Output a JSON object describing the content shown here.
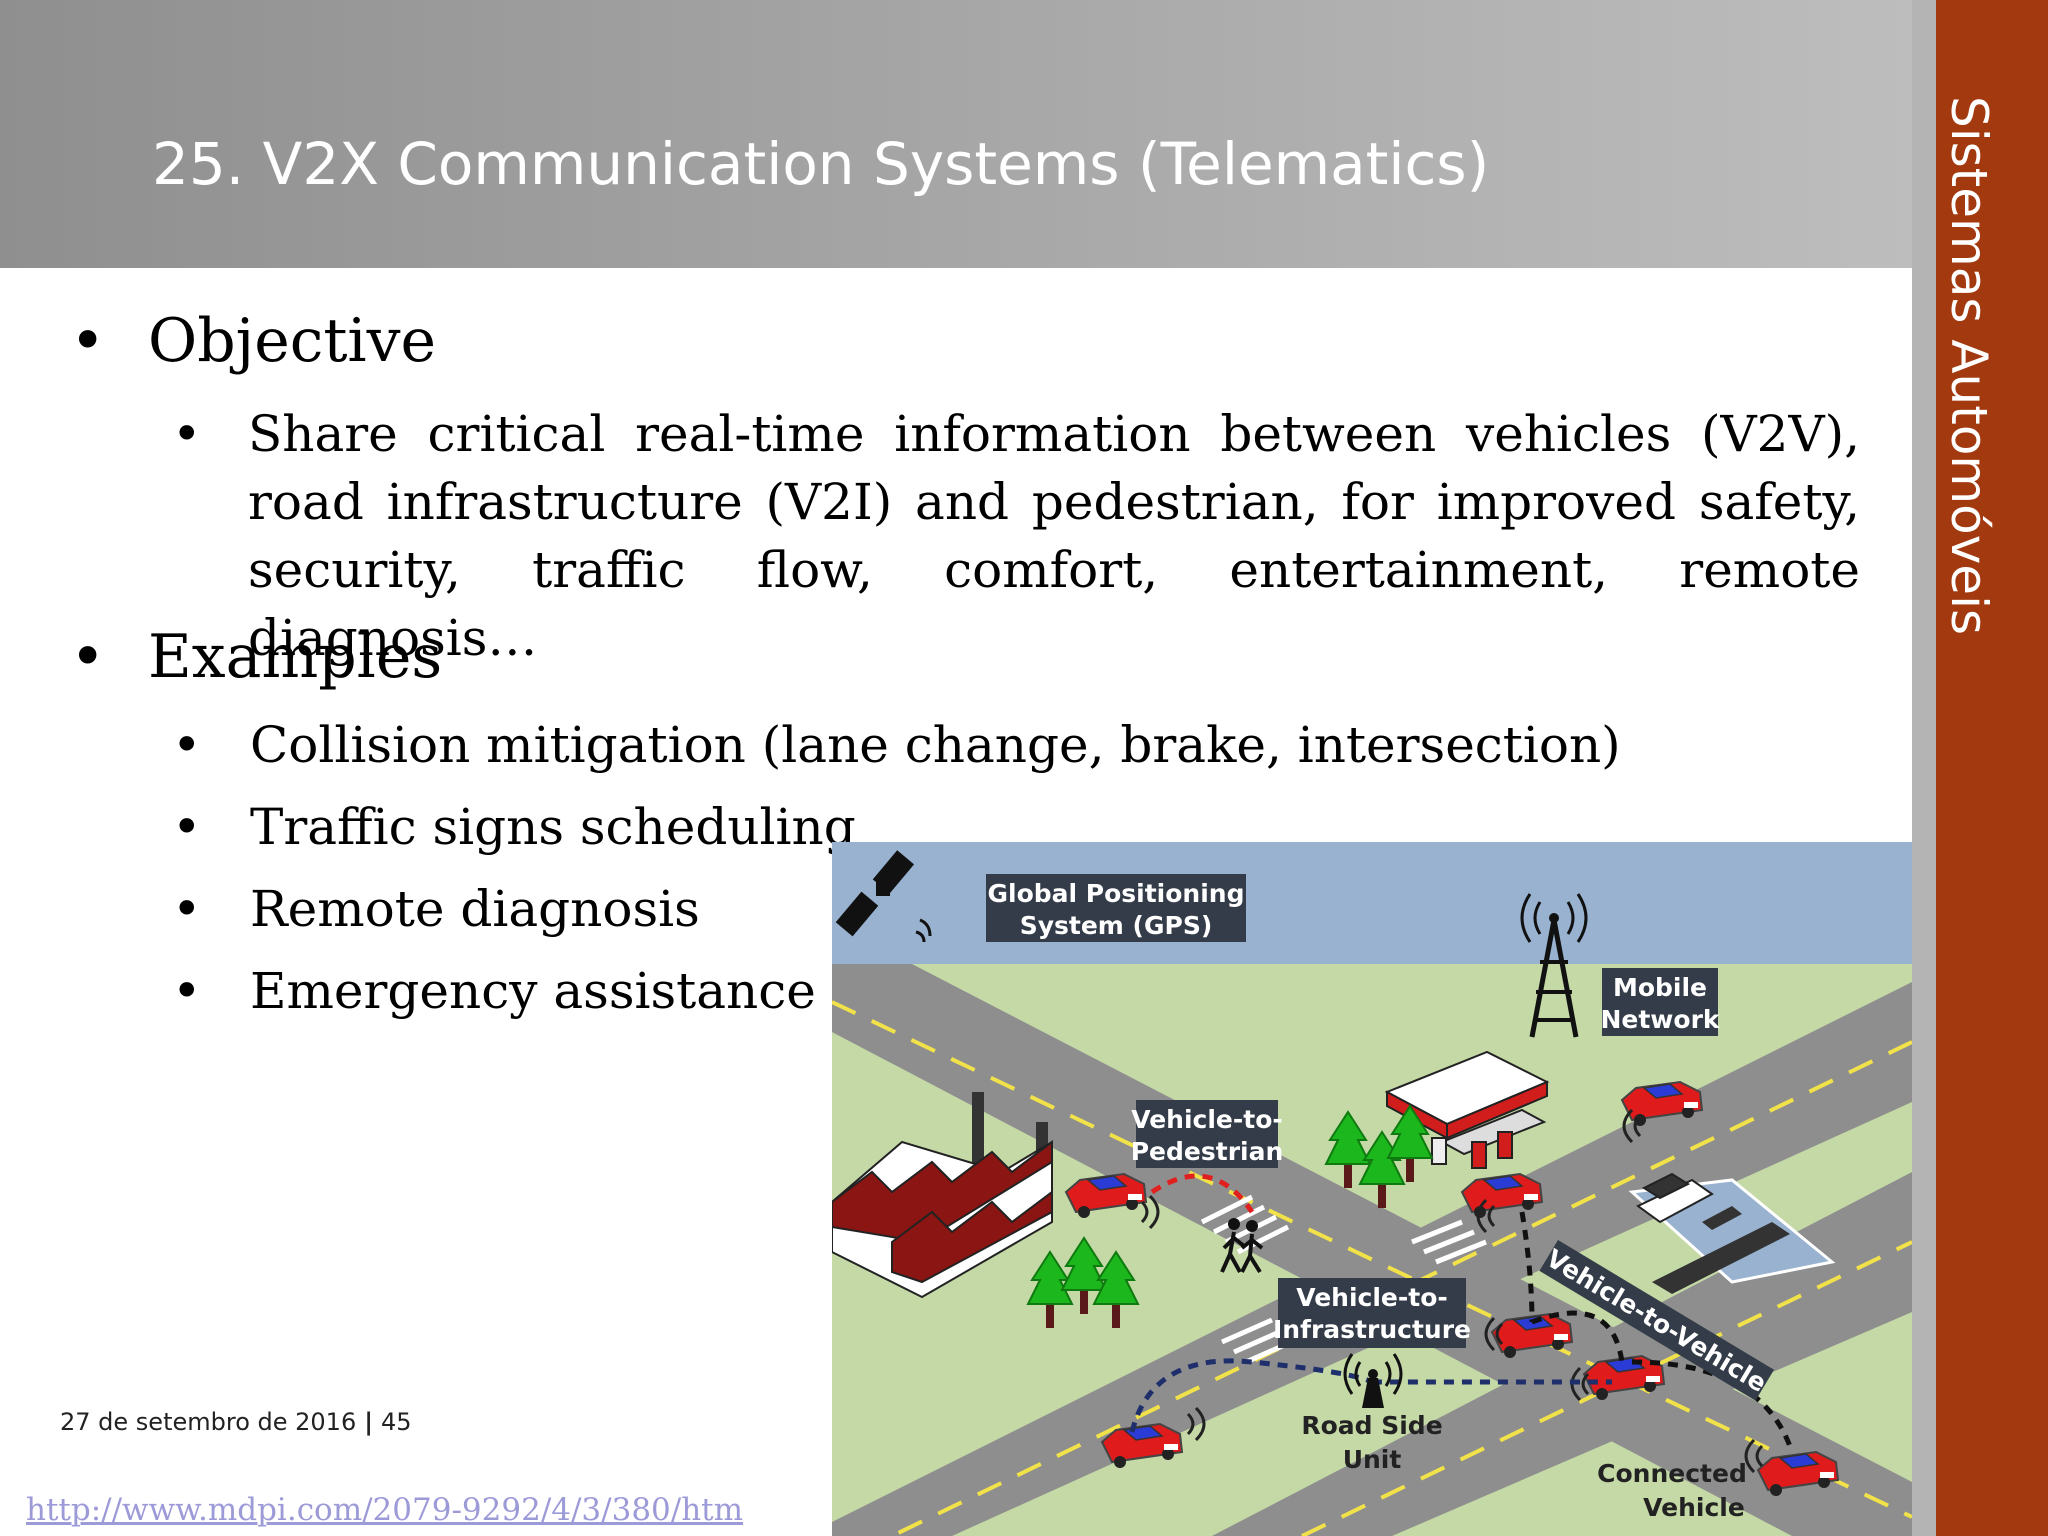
{
  "header": {
    "title": "25. V2X Communication Systems (Telematics)"
  },
  "side_title": "Sistemas Automóveis",
  "content": {
    "objective": {
      "heading": "Objective",
      "text": "Share critical real-time information between vehicles (V2V), road infrastructure (V2I) and pedestrian, for improved safety, security, traffic flow, comfort, entertainment, remote diagnosis…"
    },
    "examples": {
      "heading": "Examples",
      "items": [
        "Collision mitigation (lane change, brake, intersection)",
        "Traffic signs scheduling",
        "Remote diagnosis",
        "Emergency assistance"
      ]
    }
  },
  "footer": {
    "date": "27 de setembro de 2016",
    "separator": "|",
    "page": "45"
  },
  "source_url": "http://www.mdpi.com/2079-9292/4/3/380/htm",
  "diagram": {
    "gps_line1": "Global Positioning",
    "gps_line2": "System (GPS)",
    "mobile_line1": "Mobile",
    "mobile_line2": "Network",
    "v2p_line1": "Vehicle-to-",
    "v2p_line2": "Pedestrian",
    "v2i_line1": "Vehicle-to-",
    "v2i_line2": "Infrastructure",
    "v2v": "Vehicle-to-Vehicle",
    "rsu_line1": "Road Side",
    "rsu_line2": "Unit",
    "cv_line1": "Connected",
    "cv_line2": "Vehicle"
  },
  "colors": {
    "side_band": "#a3390f",
    "sky": "#98b2cf",
    "grass": "#c4d9a6",
    "road": "#8e8e8e",
    "car": "#e01b1b",
    "link": "#9d9ad8"
  }
}
